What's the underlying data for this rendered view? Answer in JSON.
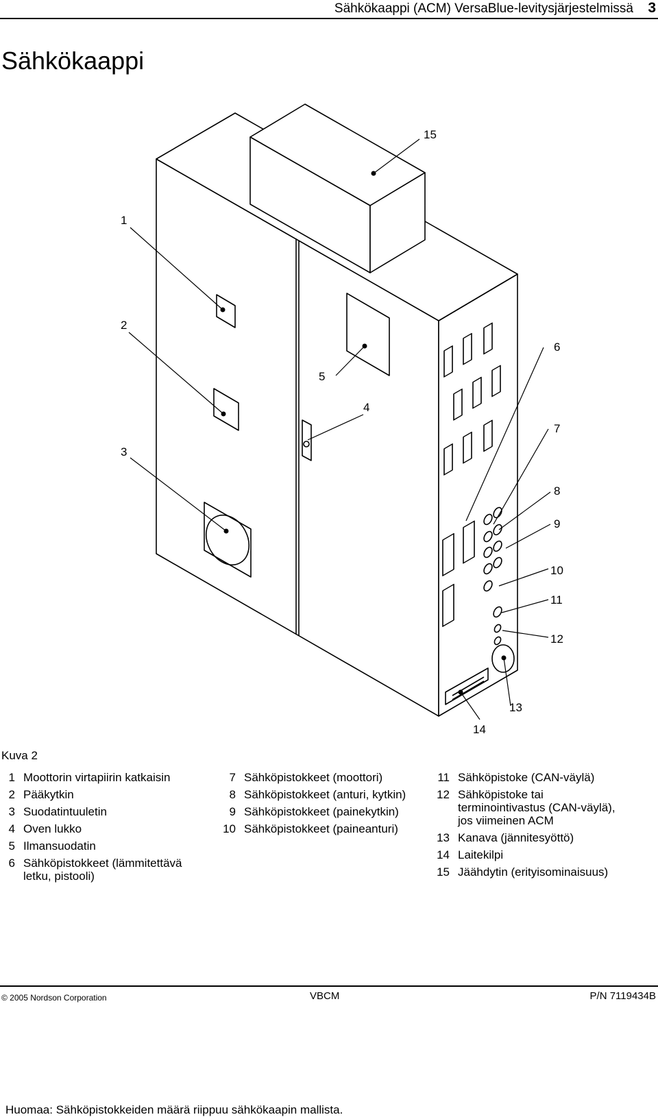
{
  "header": {
    "running_title": "Sähkökaappi (ACM) VersaBlue-levitysjärjestelmissä",
    "page_number": "3"
  },
  "section_title": "Sähkökaappi",
  "figure": {
    "callouts": [
      "1",
      "2",
      "3",
      "4",
      "5",
      "6",
      "7",
      "8",
      "9",
      "10",
      "11",
      "12",
      "13",
      "14",
      "15"
    ],
    "caption": "Kuva 2"
  },
  "legend": [
    {
      "num": "1",
      "text": "Moottorin virtapiirin katkaisin"
    },
    {
      "num": "2",
      "text": "Pääkytkin"
    },
    {
      "num": "3",
      "text": "Suodatintuuletin"
    },
    {
      "num": "4",
      "text": "Oven lukko"
    },
    {
      "num": "5",
      "text": "Ilmansuodatin"
    },
    {
      "num": "6",
      "text": "Sähköpistokkeet (lämmitettävä\nletku, pistooli)"
    },
    {
      "num": "7",
      "text": "Sähköpistokkeet (moottori)"
    },
    {
      "num": "8",
      "text": "Sähköpistokkeet (anturi, kytkin)"
    },
    {
      "num": "9",
      "text": "Sähköpistokkeet (painekytkin)"
    },
    {
      "num": "10",
      "text": "Sähköpistokkeet (paineanturi)"
    },
    {
      "num": "11",
      "text": "Sähköpistoke (CAN-väylä)"
    },
    {
      "num": "12",
      "text": "Sähköpistoke tai\nterminointivastus (CAN-väylä),\njos viimeinen ACM"
    },
    {
      "num": "13",
      "text": "Kanava (jännitesyöttö)"
    },
    {
      "num": "14",
      "text": "Laitekilpi"
    },
    {
      "num": "15",
      "text": "Jäähdytin (erityisominaisuus)"
    }
  ],
  "note": "Huomaa:  Sähköpistokkeiden määrä riippuu sähkökaapin mallista.",
  "footer": {
    "copyright": "© 2005 Nordson Corporation",
    "code": "VBCM",
    "part_number": "P/N 7119434B"
  }
}
